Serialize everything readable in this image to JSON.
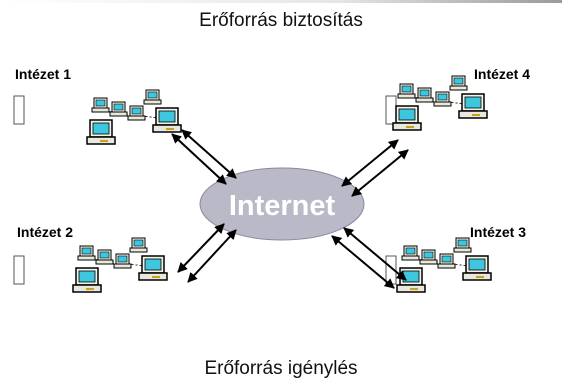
{
  "top_caption": "Erőforrás biztosítás",
  "bottom_caption": "Erőforrás igénylés",
  "center_label": "Internet",
  "institutes": [
    {
      "label": "Intézet 1"
    },
    {
      "label": "Intézet 4"
    },
    {
      "label": "Intézet 2"
    },
    {
      "label": "Intézet 3"
    }
  ],
  "colors": {
    "cloud_fill": "#b9b9c8",
    "center_text": "#ffffff",
    "screen": "#3ec6df",
    "case": "#f2f2e8",
    "outline": "#000000"
  },
  "icons": [
    "computer-icon",
    "document-icon",
    "arrow-icon"
  ]
}
